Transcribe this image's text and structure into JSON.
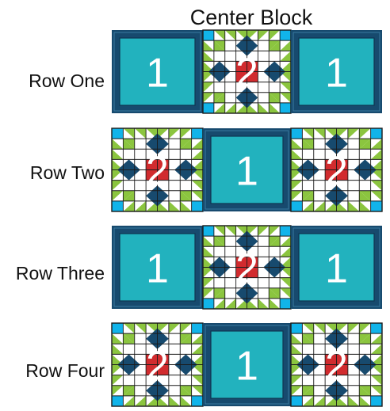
{
  "title": "Center Block",
  "rows": [
    {
      "label": "Row One",
      "blocks": [
        "1",
        "2",
        "1"
      ]
    },
    {
      "label": "Row Two",
      "blocks": [
        "2",
        "1",
        "2"
      ]
    },
    {
      "label": "Row Three",
      "blocks": [
        "1",
        "2",
        "1"
      ]
    },
    {
      "label": "Row Four",
      "blocks": [
        "2",
        "1",
        "2"
      ]
    }
  ],
  "colors": {
    "navy": "#174a6e",
    "teal": "#22b2be",
    "green": "#8bc53f",
    "cyan": "#11b4ea",
    "red": "#d12b2e",
    "white": "#ffffff",
    "outline": "#1b1b1b"
  }
}
